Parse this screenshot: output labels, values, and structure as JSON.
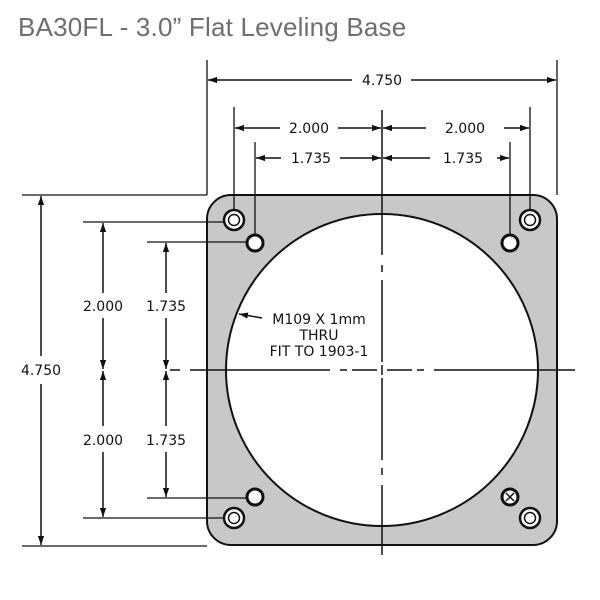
{
  "title": "BA30FL - 3.0” Flat Leveling Base",
  "drawing": {
    "plate_color": "#c8c8c8",
    "line_color": "#111111",
    "dimensions": {
      "overall_width": "4.750",
      "overall_height": "4.750",
      "outer_hole_left_offset": "2.000",
      "outer_hole_right_offset": "2.000",
      "inner_hole_left_offset": "1.735",
      "inner_hole_right_offset": "1.735",
      "outer_hole_top_offset": "2.000",
      "outer_hole_bottom_offset": "2.000",
      "inner_hole_top_offset": "1.735",
      "inner_hole_bottom_offset": "1.735"
    },
    "callout": {
      "line1": "M109 X 1mm",
      "line2": "THRU",
      "line3": "FIT TO 1903-1"
    }
  }
}
